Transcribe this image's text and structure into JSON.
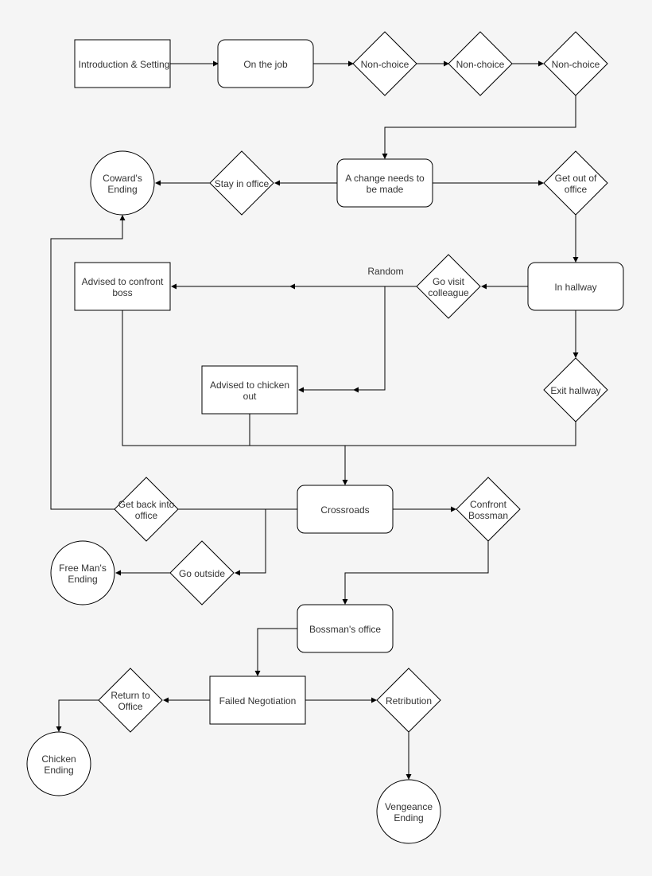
{
  "diagram": {
    "nodes": {
      "intro": "Introduction & Setting",
      "on_job": "On the job",
      "nonchoice1": "Non-choice",
      "nonchoice2": "Non-choice",
      "nonchoice3": "Non-choice",
      "change": [
        "A change needs to",
        "be made"
      ],
      "stay": "Stay in office",
      "coward": [
        "Coward's",
        "Ending"
      ],
      "get_out": [
        "Get out of",
        "office"
      ],
      "hallway": "In hallway",
      "visit": [
        "Go visit",
        "colleague"
      ],
      "random": "Random",
      "confront_adv": [
        "Advised to confront",
        "boss"
      ],
      "chicken_adv": [
        "Advised to chicken",
        "out"
      ],
      "exit_hall": "Exit hallway",
      "crossroads": "Crossroads",
      "get_back": [
        "Get back into",
        "office"
      ],
      "confront_boss": [
        "Confront",
        "Bossman"
      ],
      "go_outside": "Go outside",
      "free_man": [
        "Free Man's",
        "Ending"
      ],
      "boss_office": "Bossman's office",
      "failed": "Failed Negotiation",
      "return_office": [
        "Return to",
        "Office"
      ],
      "retribution": "Retribution",
      "chicken_end": [
        "Chicken",
        "Ending"
      ],
      "vengeance": [
        "Vengeance",
        "Ending"
      ]
    }
  }
}
